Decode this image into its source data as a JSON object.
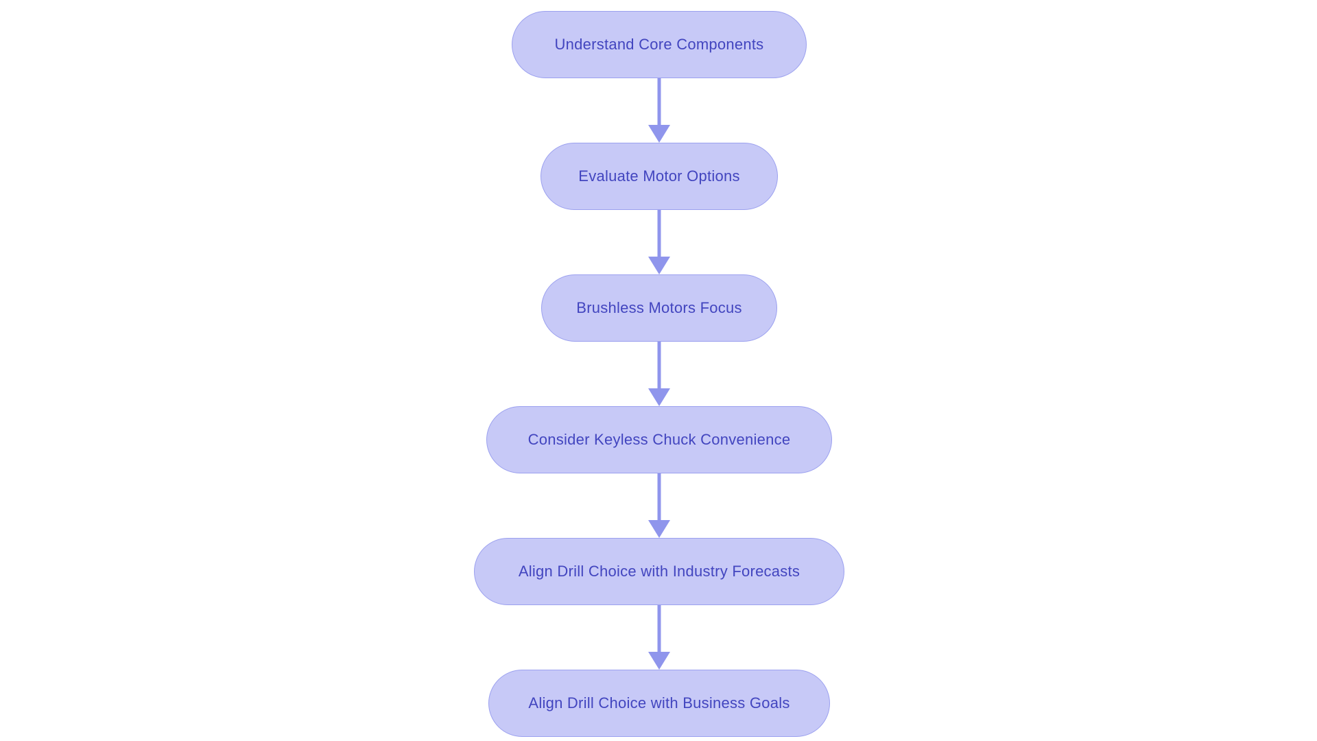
{
  "diagram": {
    "type": "flowchart",
    "direction": "top-down",
    "nodes": [
      {
        "id": "n1",
        "label": "Understand Core Components"
      },
      {
        "id": "n2",
        "label": "Evaluate Motor Options"
      },
      {
        "id": "n3",
        "label": "Brushless Motors Focus"
      },
      {
        "id": "n4",
        "label": "Consider Keyless Chuck Convenience"
      },
      {
        "id": "n5",
        "label": "Align Drill Choice with Industry Forecasts"
      },
      {
        "id": "n6",
        "label": "Align Drill Choice with Business Goals"
      }
    ],
    "edges": [
      {
        "from": "n1",
        "to": "n2"
      },
      {
        "from": "n2",
        "to": "n3"
      },
      {
        "from": "n3",
        "to": "n4"
      },
      {
        "from": "n4",
        "to": "n5"
      },
      {
        "from": "n5",
        "to": "n6"
      }
    ]
  },
  "colors": {
    "background": "#ffffff",
    "node_fill": "#c7c9f7",
    "node_border": "#9ba0ef",
    "node_text": "#4245bf",
    "arrow": "#8f95ec"
  }
}
